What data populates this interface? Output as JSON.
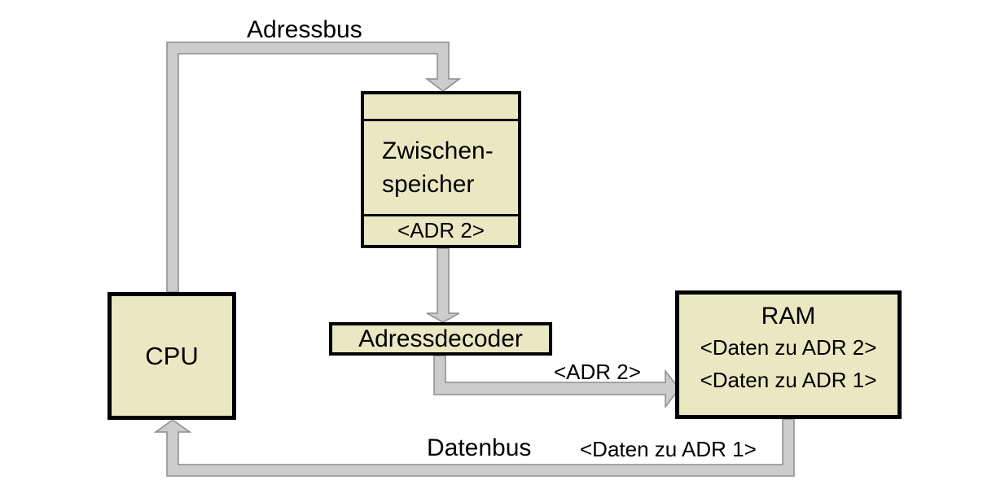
{
  "colors": {
    "box_fill": "#EAE8C3",
    "box_border": "#000000",
    "bus_fill": "#CCCCCC",
    "bus_outline": "#8C8C8C",
    "text": "#000000",
    "background": "#FFFFFF"
  },
  "nodes": {
    "cpu": {
      "label": "CPU"
    },
    "zwischenspeicher": {
      "line1": "Zwischen-",
      "line2": "speicher",
      "register": "<ADR 2>"
    },
    "adressdecoder": {
      "label": "Adressdecoder"
    },
    "ram": {
      "title": "RAM",
      "entry1": "<Daten zu ADR 2>",
      "entry2": "<Daten zu ADR 1>"
    }
  },
  "bus_labels": {
    "adressbus": "Adressbus",
    "datenbus": "Datenbus",
    "adr2": "<ADR 2>",
    "daten_zu_adr1": "<Daten zu ADR 1>"
  }
}
